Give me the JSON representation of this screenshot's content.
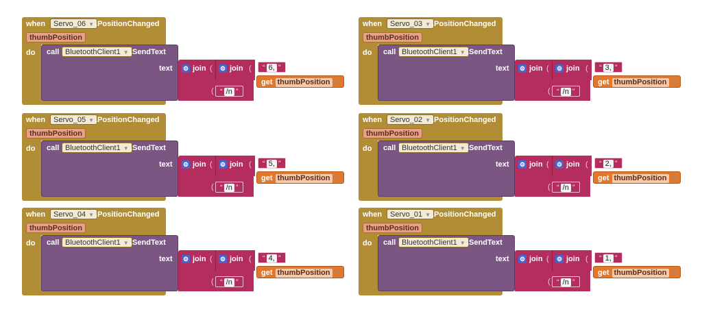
{
  "labels": {
    "when": "when",
    "do": "do",
    "event": ".PositionChanged",
    "param": "thumbPosition",
    "call": "call",
    "bt_component": "BluetoothClient1",
    "method": ".SendText",
    "arg_text": "text",
    "join": "join",
    "get": "get",
    "get_var": "thumbPosition",
    "newline": "/n",
    "quote": "“",
    "quote_end": "”",
    "paren_open": "(",
    "dropdown_icon": "dropdown-arrow-icon",
    "gear_icon": "gear-icon"
  },
  "blocks": [
    {
      "component": "Servo_06",
      "literal": "6,"
    },
    {
      "component": "Servo_03",
      "literal": "3,"
    },
    {
      "component": "Servo_05",
      "literal": "5,"
    },
    {
      "component": "Servo_02",
      "literal": "2,"
    },
    {
      "component": "Servo_04",
      "literal": "4,"
    },
    {
      "component": "Servo_01",
      "literal": "1,"
    }
  ],
  "colors": {
    "event": "#b18e35",
    "procedure": "#7b5683",
    "text": "#b32d5e",
    "variable": "#e0782e",
    "mutator": "#4a63c9"
  }
}
